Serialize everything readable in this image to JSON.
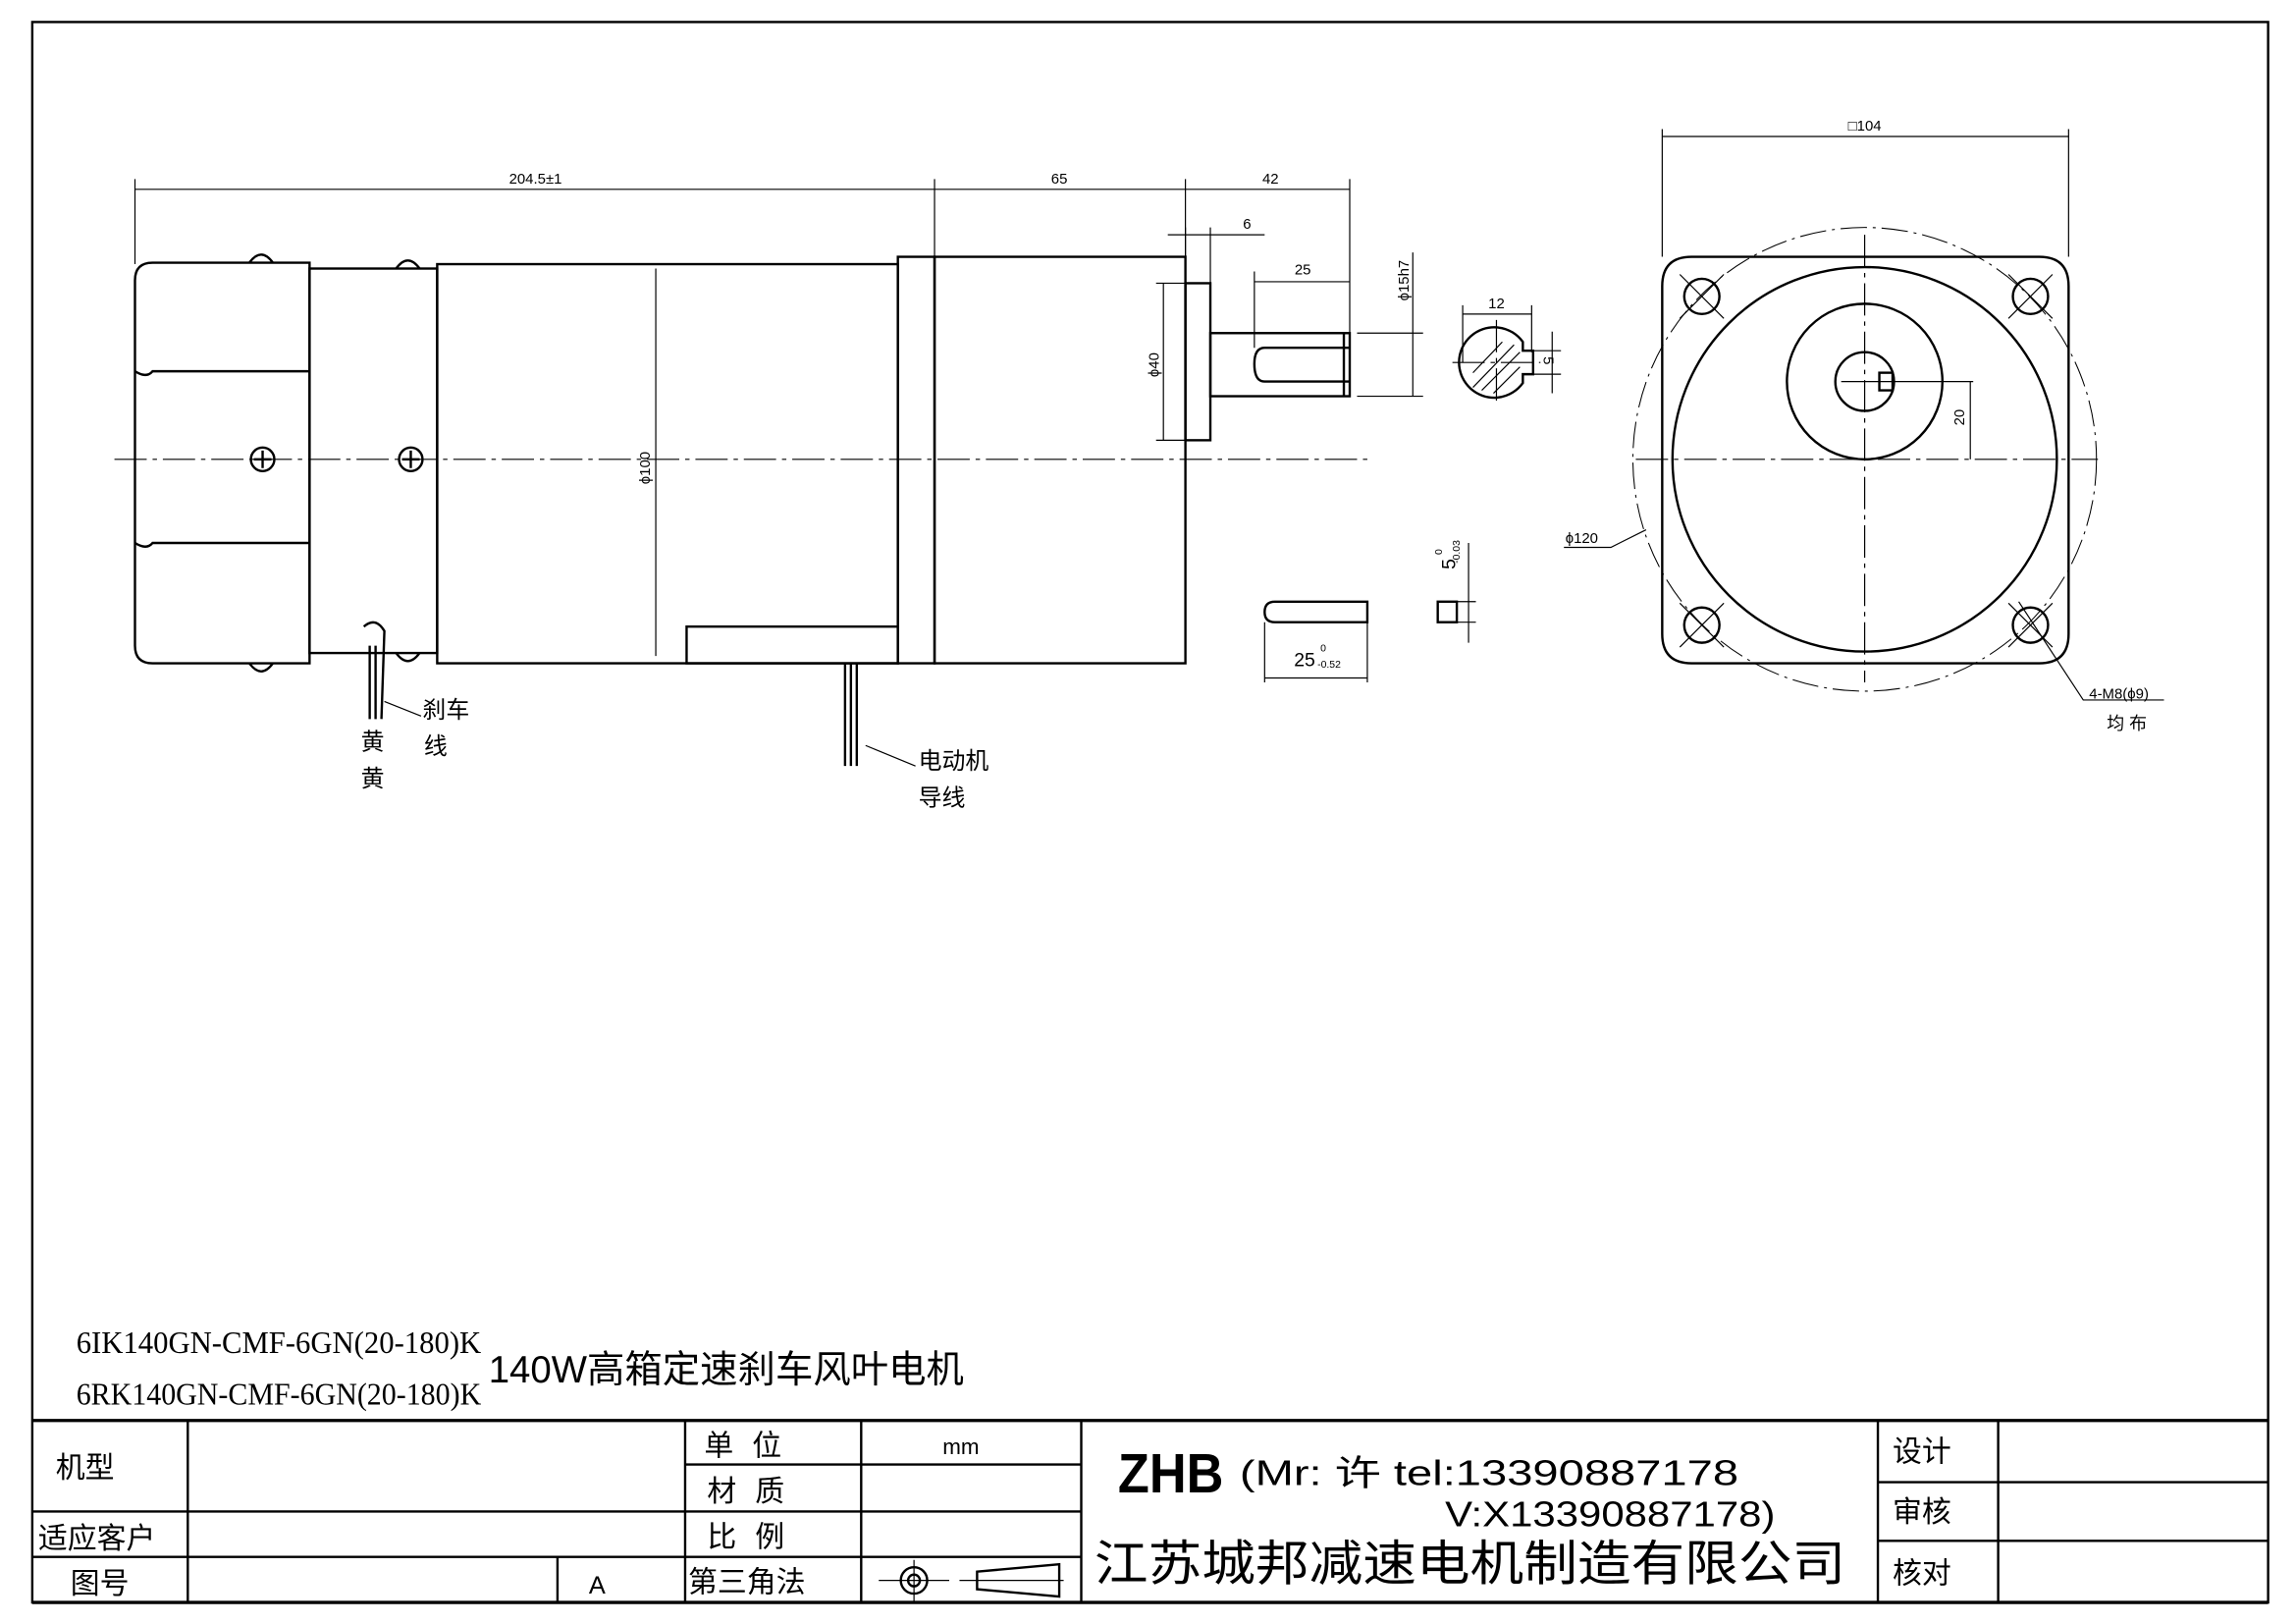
{
  "drawing": {
    "dimensions": {
      "overall_length": "204.5±1",
      "gearbox_length": "65",
      "shaft_length": "42",
      "flange_step": "6",
      "key_length": "25",
      "shaft_dia": "ϕ15h7",
      "pilot_dia": "ϕ40",
      "body_dia": "ϕ100",
      "section_width": "12",
      "section_key": "5",
      "key_height_base": "5",
      "key_height_tol_upper": "0",
      "key_height_tol_lower": "-0.03",
      "key_len_base": "25",
      "key_len_tol_upper": "0",
      "key_len_tol_lower": "-0.52",
      "square": "□104",
      "shaft_offset": "20",
      "pcd": "ϕ120",
      "holes": "4-M8(ϕ9)",
      "holes_note": "均  布"
    },
    "labels": {
      "brake_wire_1": "刹车",
      "brake_wire_2": "线",
      "yellow_1": "黄",
      "yellow_2": "黄",
      "motor_wire_1": "电动机",
      "motor_wire_2": "导线"
    }
  },
  "product": {
    "model_1": "6IK140GN-CMF-6GN(20-180)K",
    "model_2": "6RK140GN-CMF-6GN(20-180)K",
    "title": "140W高箱定速刹车风叶电机"
  },
  "title_block": {
    "model_label": "机型",
    "customer_label": "适应客户",
    "drawing_no_label": "图号",
    "revision": "A",
    "unit_label": "单  位",
    "unit_value": "mm",
    "material_label": "材  质",
    "scale_label": "比  例",
    "projection_label": "第三角法",
    "brand": "ZHB",
    "contact_line1": "(Mr: 许 tel:13390887178",
    "contact_line2": "V:X13390887178)",
    "company": "江苏城邦减速电机制造有限公司",
    "design_label": "设计",
    "review_label": "审核",
    "check_label": "核对"
  }
}
